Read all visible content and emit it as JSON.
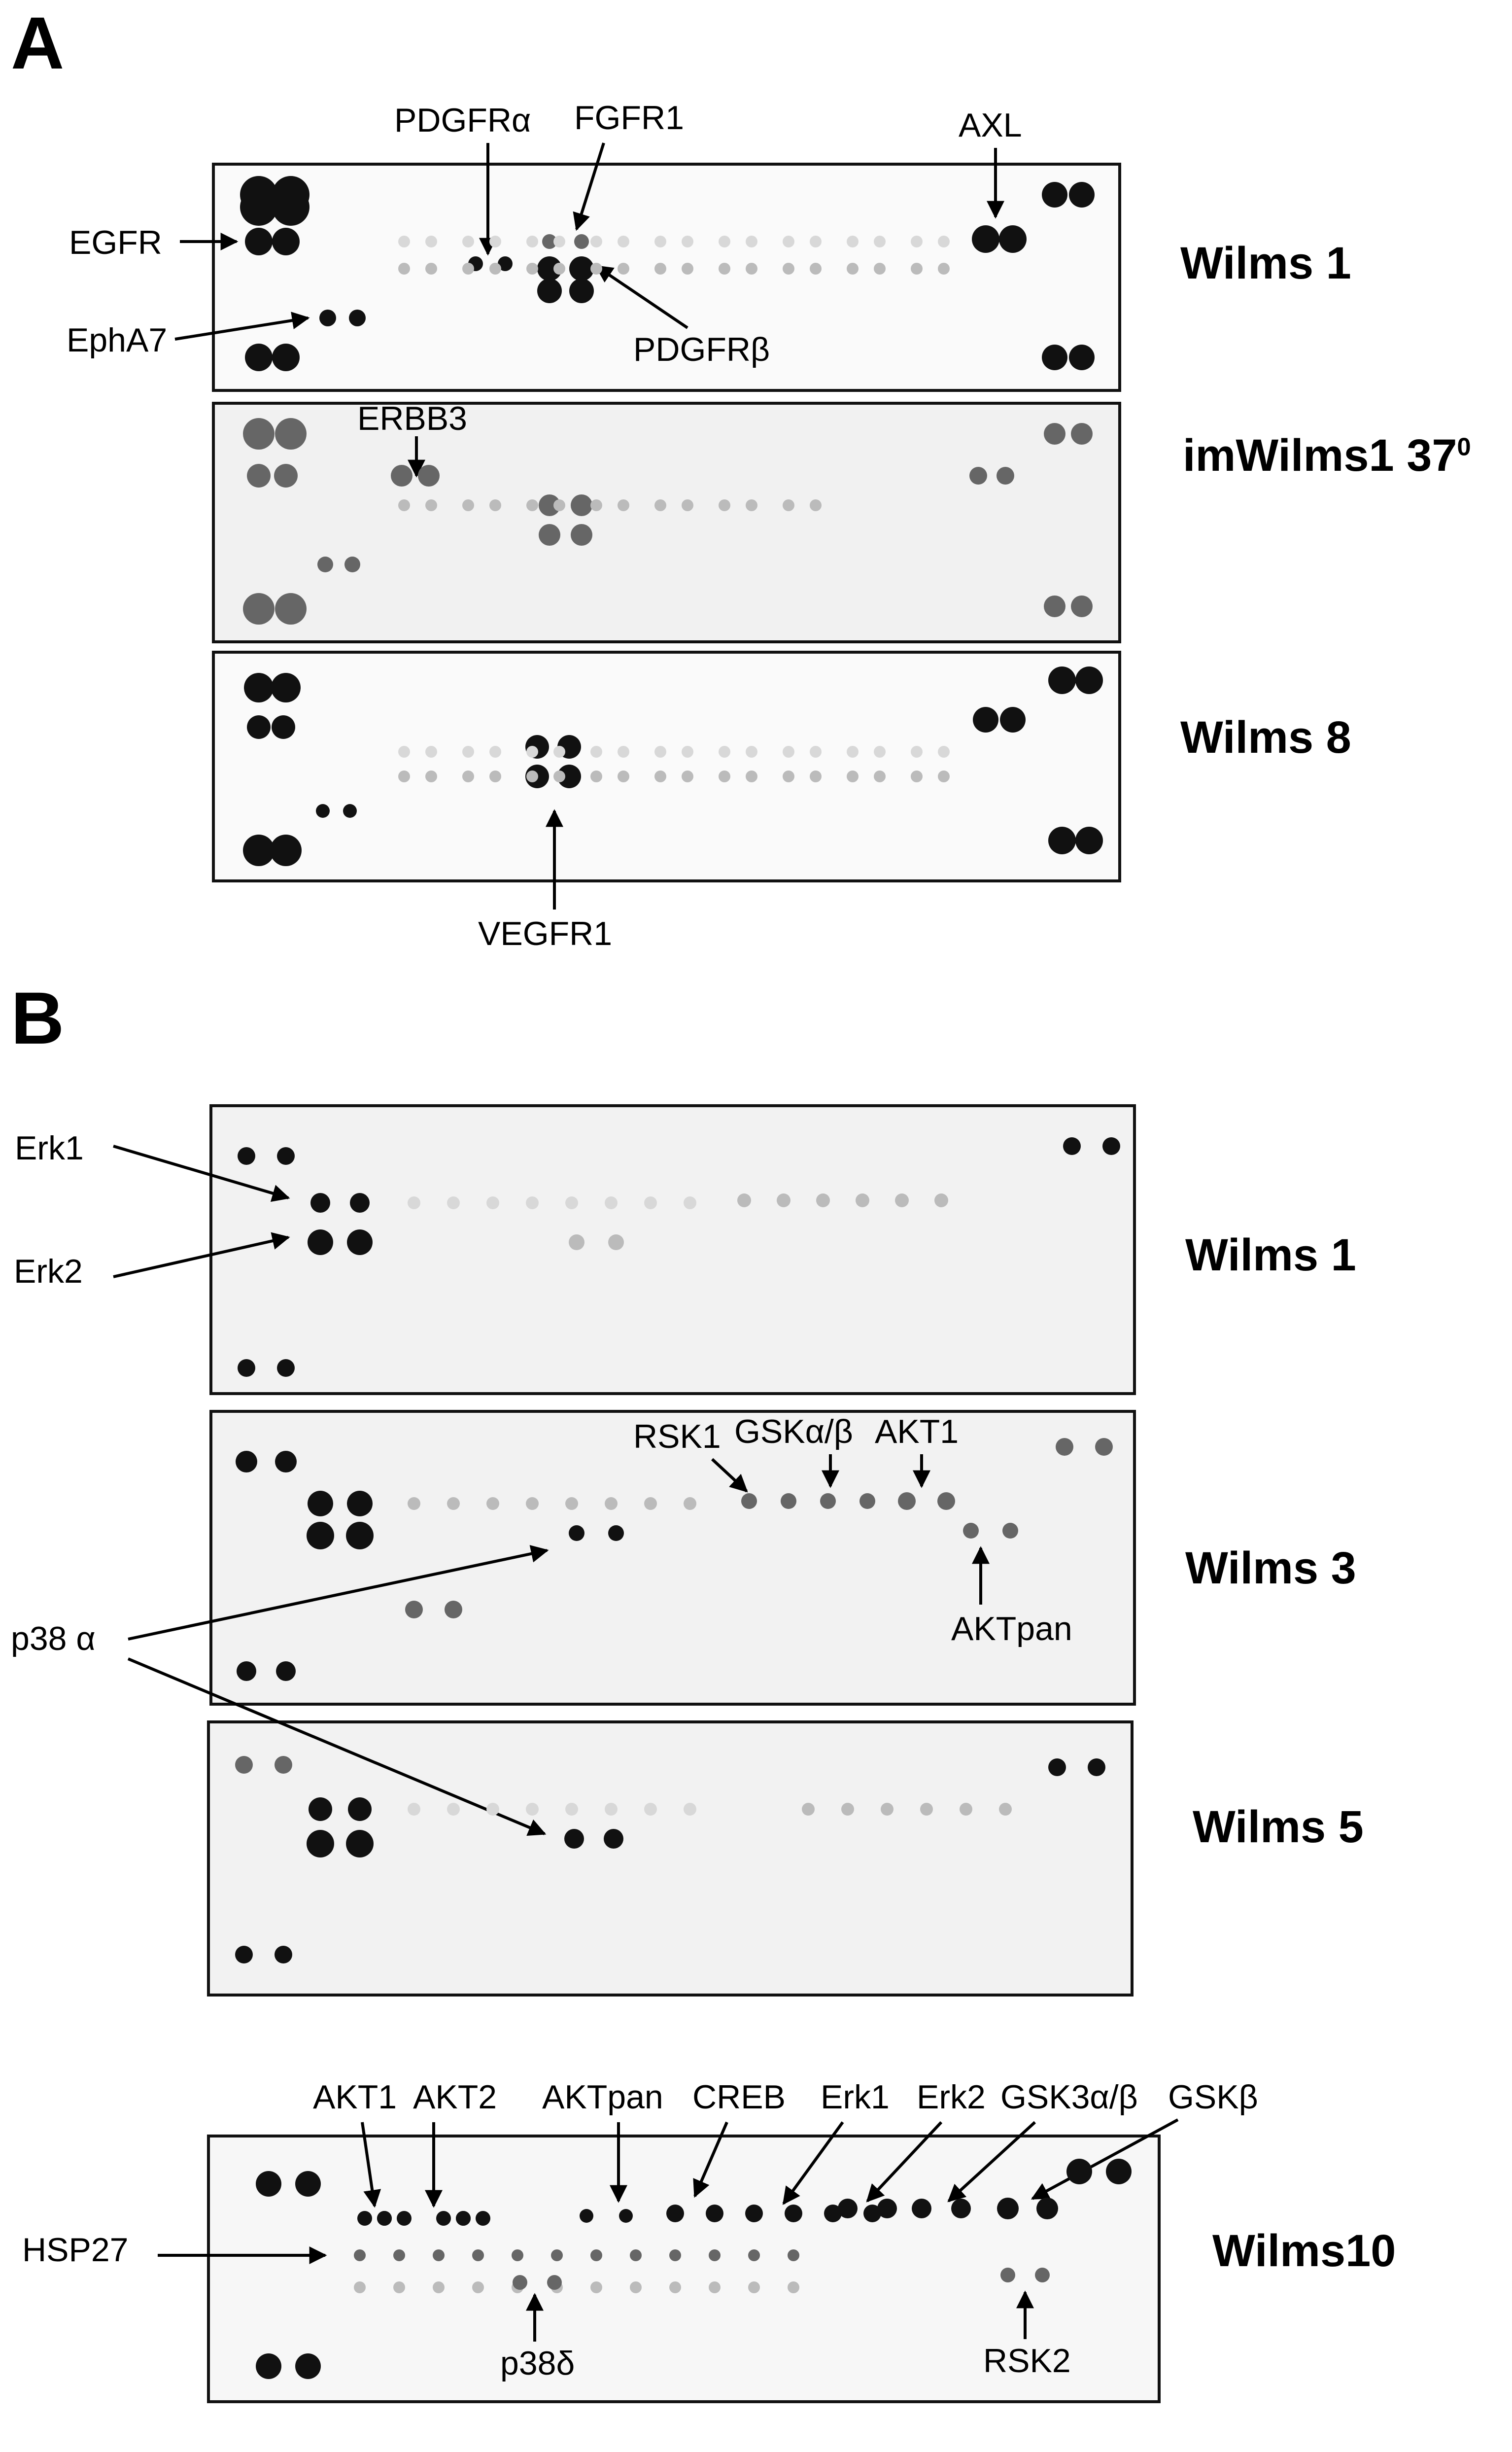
{
  "panel_labels": {
    "a": "A",
    "b": "B"
  },
  "panel_a": {
    "rows": [
      {
        "label": "Wilms 1"
      },
      {
        "label": "imWilms1 37",
        "sup": "0"
      },
      {
        "label": "Wilms 8"
      }
    ],
    "annotations": {
      "pdgfra": "PDGFRα",
      "fgfr1": "FGFR1",
      "axl": "AXL",
      "egfr": "EGFR",
      "epha7": "EphA7",
      "pdgfrb": "PDGFRβ",
      "erbb3": "ERBB3",
      "vegfr1": "VEGFR1"
    }
  },
  "panel_b": {
    "rows": [
      {
        "label": "Wilms 1"
      },
      {
        "label": "Wilms 3"
      },
      {
        "label": "Wilms 5"
      },
      {
        "label": "Wilms10"
      }
    ],
    "annotations": {
      "erk1": "Erk1",
      "erk2": "Erk2",
      "p38a": "p38 α",
      "rsk1": "RSK1",
      "gska_b": "GSKα/β",
      "akt1": "AKT1",
      "aktpan": "AKTpan",
      "akt1_b": "AKT1",
      "akt2_b": "AKT2",
      "aktpan_b": "AKTpan",
      "creb_b": "CREB",
      "erk1_b": "Erk1",
      "erk2_b": "Erk2",
      "gsk3ab_b": "GSK3α/β",
      "gskb_b": "GSKβ",
      "hsp27_b": "HSP27",
      "p38d_b": "p38δ",
      "rsk2_b": "RSK2"
    }
  }
}
